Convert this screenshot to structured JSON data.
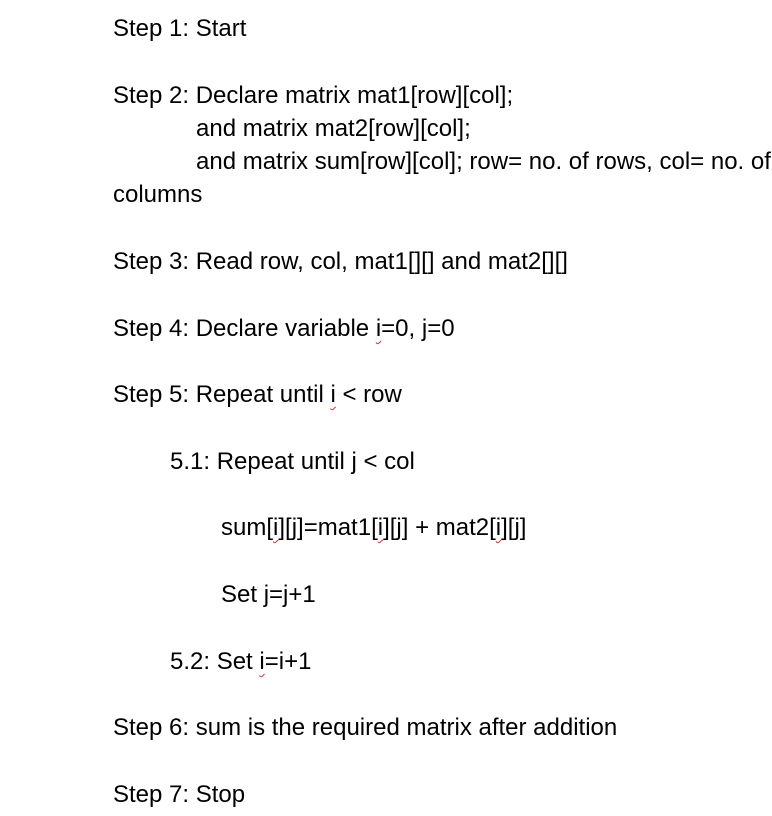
{
  "document": {
    "step1": "Step 1: Start",
    "step2": {
      "line1": "Step 2: Declare matrix mat1[row][col];",
      "line2": "and matrix mat2[row][col];",
      "line3": "and matrix sum[row][col]; row= no. of rows, col= no. of",
      "line4": "columns"
    },
    "step3": "Step 3: Read row, col, mat1[][] and mat2[][]",
    "step4": {
      "prefix": "Step 4: Declare variable ",
      "var": "i",
      "suffix": "=0, j=0"
    },
    "step5": {
      "prefix": "Step 5: Repeat until ",
      "var": "i",
      "suffix": " < row"
    },
    "step5_1": "5.1: Repeat until j < col",
    "sum_line": {
      "p1": "sum[",
      "v1": "i",
      "p2": "][j]=mat1[",
      "v2": "i",
      "p3": "][j] + mat2[",
      "v3": "i",
      "p4": "][j]"
    },
    "set_j": "Set j=j+1",
    "step5_2": {
      "prefix": "5.2: Set ",
      "var": "i",
      "suffix": "=i+1"
    },
    "step6": "Step 6: sum is the required matrix after addition",
    "step7": "Step 7: Stop"
  }
}
